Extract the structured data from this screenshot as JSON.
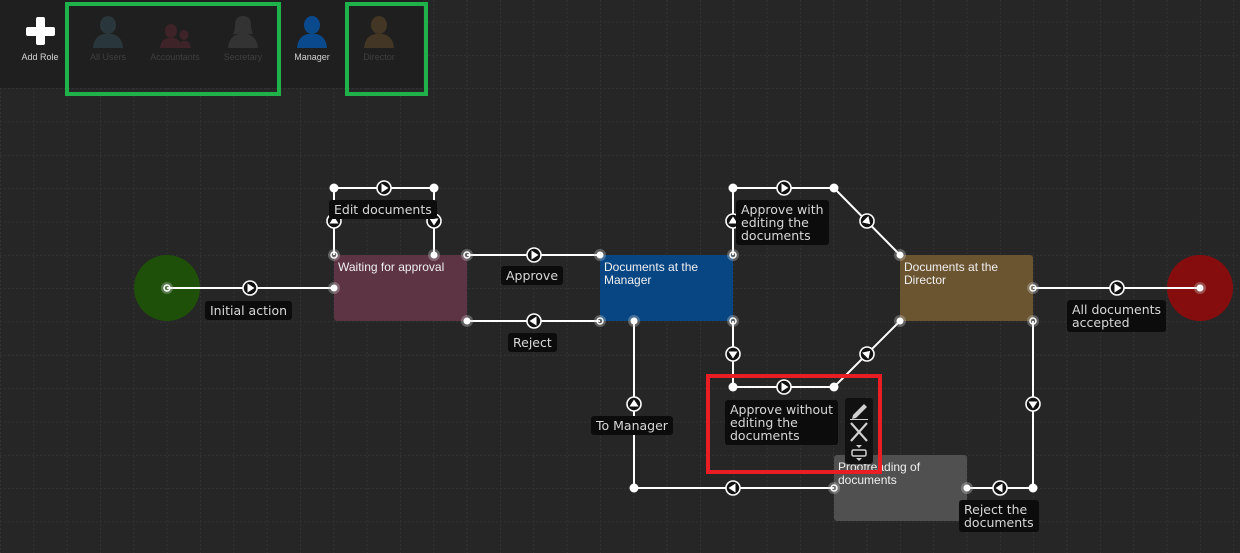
{
  "toolbar": {
    "items": [
      {
        "id": "add-role",
        "label": "Add Role",
        "icon": "plus-icon",
        "color": "#ffffff",
        "label_color": "#d6d6d6"
      },
      {
        "id": "all-users",
        "label": "All Users",
        "icon": "user-icon",
        "color": "#29373c",
        "label_color": "#3f3f3f"
      },
      {
        "id": "accountants",
        "label": "Accountants",
        "icon": "users-group-icon",
        "color": "#3e2329",
        "label_color": "#3f3f3f"
      },
      {
        "id": "secretary",
        "label": "Secretary",
        "icon": "female-user-icon",
        "color": "#333333",
        "label_color": "#3f3f3f"
      },
      {
        "id": "manager",
        "label": "Manager",
        "icon": "user-icon",
        "color": "#0a4a8c",
        "label_color": "#cfcfcf"
      },
      {
        "id": "director",
        "label": "Director",
        "icon": "user-icon",
        "color": "#433624",
        "label_color": "#3f3f3f"
      }
    ]
  },
  "states": [
    {
      "id": "start",
      "kind": "start",
      "color": "#1e5009"
    },
    {
      "id": "waiting",
      "label": "Waiting for approval",
      "color": "#5d3444"
    },
    {
      "id": "manager",
      "label": "Documents at the Manager",
      "color": "#084683"
    },
    {
      "id": "director",
      "label": "Documents at the Director",
      "color": "#6b5430"
    },
    {
      "id": "proofreading",
      "label": "Proofreading of documents",
      "color": "#505050"
    },
    {
      "id": "end",
      "kind": "end",
      "color": "#860d0d"
    }
  ],
  "transitions": [
    {
      "id": "initial-action",
      "label": "Initial action"
    },
    {
      "id": "edit-documents",
      "label": "Edit documents"
    },
    {
      "id": "approve",
      "label": "Approve"
    },
    {
      "id": "reject",
      "label": "Reject"
    },
    {
      "id": "approve-with-editing",
      "label": "Approve with\nediting the\ndocuments"
    },
    {
      "id": "approve-without-editing",
      "label": "Approve without\nediting the\ndocuments"
    },
    {
      "id": "to-manager",
      "label": "To Manager"
    },
    {
      "id": "reject-the-documents",
      "label": "Reject the\ndocuments"
    },
    {
      "id": "all-documents-accepted",
      "label": "All documents\naccepted"
    }
  ],
  "context_menu": {
    "target": "approve-without-editing",
    "actions": [
      {
        "id": "edit",
        "icon": "pencil-icon"
      },
      {
        "id": "delete",
        "icon": "close-icon"
      },
      {
        "id": "move",
        "icon": "resize-icon"
      }
    ]
  },
  "highlight_colors": {
    "green": "#20b24a",
    "red": "#ea1c24"
  }
}
